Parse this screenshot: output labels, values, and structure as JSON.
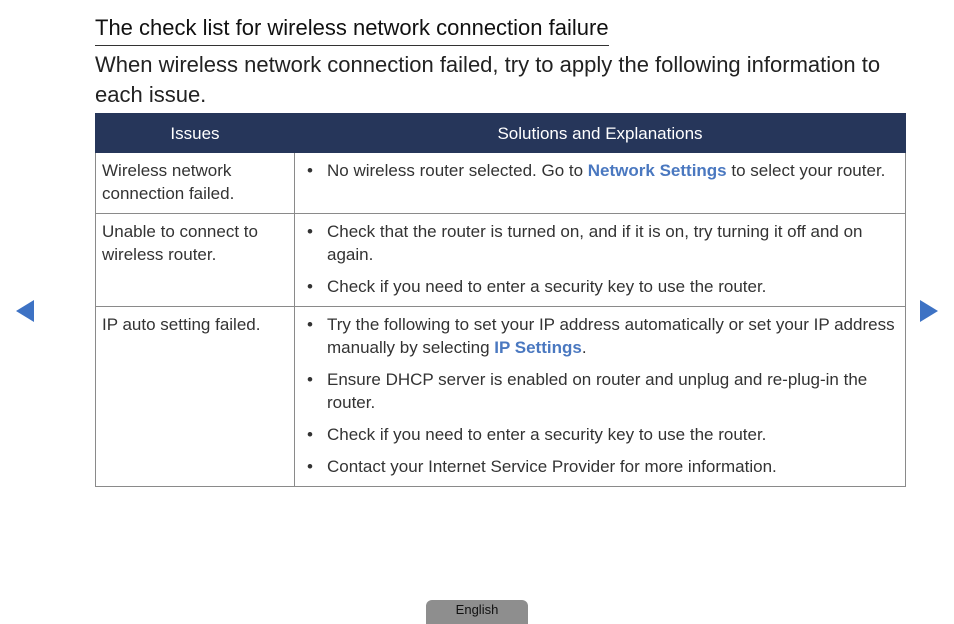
{
  "page": {
    "title": "The check list for wireless network connection failure",
    "intro": "When wireless network connection failed, try to apply the following information to each issue."
  },
  "table": {
    "headers": {
      "issues": "Issues",
      "solutions": "Solutions and Explanations"
    },
    "rows": [
      {
        "issue": "Wireless network connection failed.",
        "solutions": [
          {
            "before": "No wireless router selected. Go to ",
            "link": "Network Settings",
            "after": " to select your router."
          }
        ]
      },
      {
        "issue": "Unable to connect to wireless router.",
        "solutions": [
          {
            "text": "Check that the router is turned on, and if it is on, try turning it off and on again."
          },
          {
            "text": "Check if you need to enter a security key to use the router."
          }
        ]
      },
      {
        "issue": "IP auto setting failed.",
        "solutions": [
          {
            "before": "Try the following to set your IP address automatically or set your IP address manually by selecting ",
            "link": "IP Settings",
            "after": "."
          },
          {
            "text": "Ensure DHCP server is enabled on router and unplug and re-plug-in the router."
          },
          {
            "text": "Check if you need to enter a security key to use the router."
          },
          {
            "text": "Contact your Internet Service Provider for more information."
          }
        ]
      }
    ]
  },
  "navigation": {
    "prev_icon": "triangle-left",
    "next_icon": "triangle-right",
    "accent_color": "#3d72c4"
  },
  "footer": {
    "language_label": "English"
  },
  "colors": {
    "header_bg": "#26365a",
    "link": "#4a78c0"
  }
}
